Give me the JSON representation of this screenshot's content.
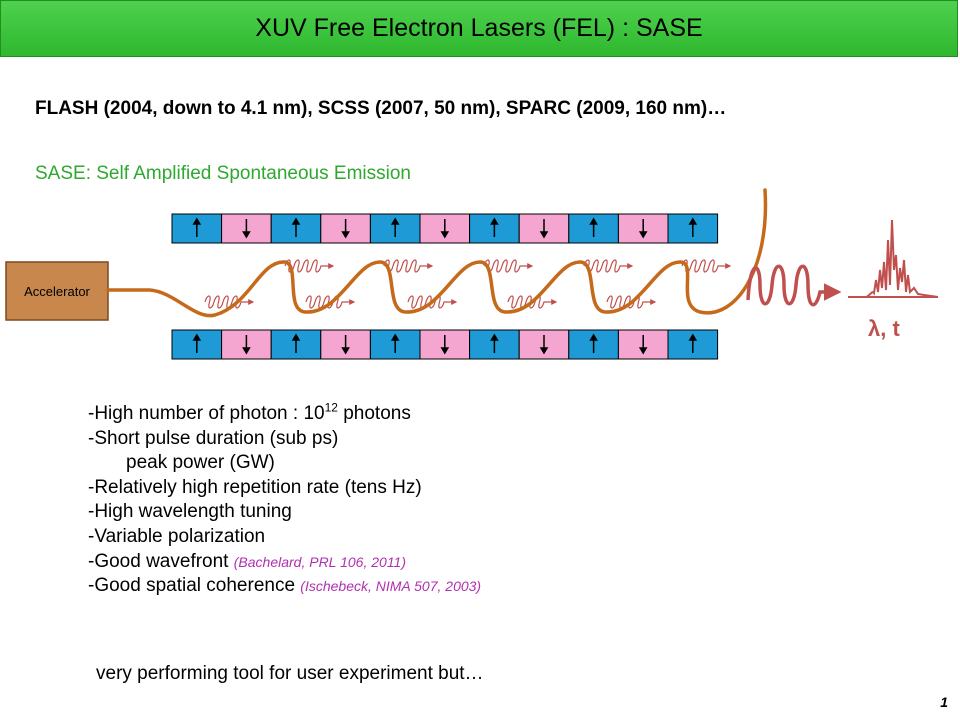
{
  "header": {
    "title": "XUV Free Electron Lasers (FEL) : SASE"
  },
  "subtitle": "FLASH (2004, down to 4.1 nm), SCSS (2007, 50 nm), SPARC (2009, 160 nm)…",
  "sase_label": "SASE: Self Amplified Spontaneous Emission",
  "diagram": {
    "accelerator_label": "Accelerator",
    "spectrum_axis_label": "λ, t",
    "magnet_colors": {
      "up": "#1e9bd7",
      "down": "#f4a6d0"
    },
    "beam_color": "#c56a1a",
    "wave_color": "#c0504d"
  },
  "bullets": {
    "b1_prefix": "-High number of photon : 10",
    "b1_exp": "12",
    "b1_suffix": " photons",
    "b2": "-Short pulse duration (sub ps)",
    "b3": "peak power (GW)",
    "b4": "-Relatively high repetition rate (tens Hz)",
    "b5": "-High wavelength tuning",
    "b6": "-Variable polarization",
    "b7_text": "-Good wavefront ",
    "b7_ref": "(Bachelard, PRL 106, 2011)",
    "b8_text": "-Good spatial coherence ",
    "b8_ref": "(Ischebeck, NIMA 507, 2003)"
  },
  "conclusion": "very performing tool for user experiment but…",
  "page_number": "1"
}
